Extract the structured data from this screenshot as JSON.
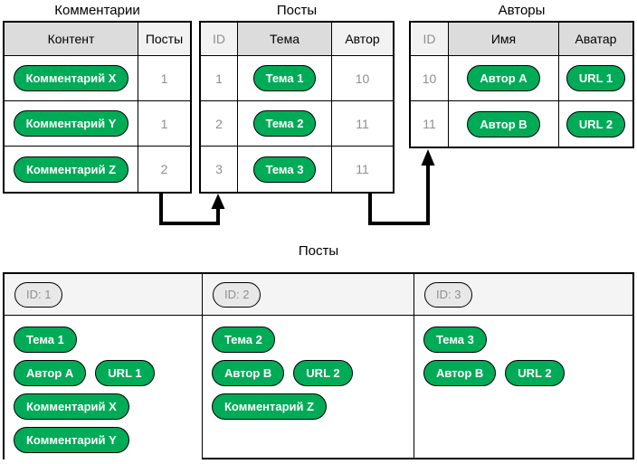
{
  "colors": {
    "green": "#00ab57",
    "header_dark": "#dcdcdc",
    "header_light": "#f2f2f2",
    "band": "#f4f4f4",
    "pill_gray": "#e8e8e8",
    "muted": "#8f8f8f",
    "border": "#000000"
  },
  "top": {
    "comments_table": {
      "title": "Комментарии",
      "columns": [
        "Контент",
        "Посты"
      ],
      "rows": [
        {
          "pill": "Комментарий X",
          "post_id": "1"
        },
        {
          "pill": "Комментарий Y",
          "post_id": "1"
        },
        {
          "pill": "Комментарий Z",
          "post_id": "2"
        }
      ]
    },
    "posts_table": {
      "title": "Посты",
      "columns": [
        "ID",
        "Тема",
        "Автор"
      ],
      "rows": [
        {
          "id": "1",
          "pill": "Тема 1",
          "author_id": "10"
        },
        {
          "id": "2",
          "pill": "Тема 2",
          "author_id": "11"
        },
        {
          "id": "3",
          "pill": "Тема 3",
          "author_id": "11"
        }
      ]
    },
    "authors_table": {
      "title": "Авторы",
      "columns": [
        "ID",
        "Имя",
        "Аватар"
      ],
      "rows": [
        {
          "id": "10",
          "name_pill": "Автор A",
          "avatar_pill": "URL 1"
        },
        {
          "id": "11",
          "name_pill": "Автор B",
          "avatar_pill": "URL 2"
        }
      ]
    }
  },
  "bottom": {
    "title": "Посты",
    "cards": [
      {
        "id_pill": "ID: 1",
        "topic": "Тема 1",
        "author": "Автор A",
        "url": "URL 1",
        "comments": [
          "Комментарий X",
          "Комментарий Y"
        ]
      },
      {
        "id_pill": "ID: 2",
        "topic": "Тема 2",
        "author": "Автор B",
        "url": "URL 2",
        "comments": [
          "Комментарий Z"
        ]
      },
      {
        "id_pill": "ID: 3",
        "topic": "Тема 3",
        "author": "Автор B",
        "url": "URL 2",
        "comments": []
      }
    ]
  }
}
